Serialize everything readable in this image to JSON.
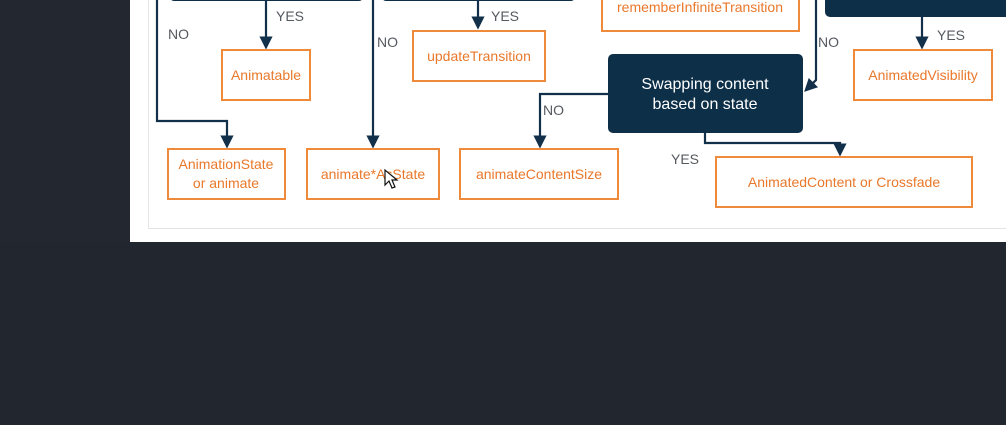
{
  "diagram": {
    "nodes": {
      "animatable": "Animatable",
      "update_transition": "updateTransition",
      "remember_infinite": "rememberInfiniteTransition",
      "animated_visibility": "AnimatedVisibility",
      "swapping_line1": "Swapping content",
      "swapping_line2": "based on state",
      "animation_state_line1": "AnimationState",
      "animation_state_line2": "or animate",
      "animate_as_state": "animate*AsState",
      "animate_content_size": "animateContentSize",
      "animated_content": "AnimatedContent or Crossfade"
    },
    "edge_labels": {
      "yes": "YES",
      "no": "NO"
    }
  },
  "colors": {
    "outcome_border": "#ee8a3a",
    "outcome_text": "#e9782b",
    "decision_fill": "#0e2f48",
    "connector": "#12304a",
    "app_background": "#22262e"
  },
  "cursor": "arrow-cursor-icon"
}
